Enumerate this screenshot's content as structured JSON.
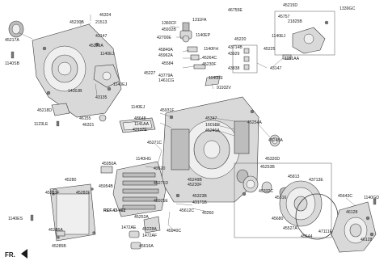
{
  "diagram": {
    "corner_label": "FR.",
    "ref_label": "REF.43-462",
    "part_labels": [
      "45324",
      "45230B",
      "21513",
      "45217A",
      "43147",
      "45272A",
      "1140EJ",
      "1140SB",
      "1430JB",
      "1140EJ",
      "43135",
      "45218D",
      "1123LE",
      "1360CF",
      "1311FA",
      "45932B",
      "1140EP",
      "42700E",
      "1140FH",
      "45840A",
      "45962A",
      "45584",
      "45264C",
      "45230F",
      "1140FE",
      "45227",
      "43779A",
      "1461CG",
      "91932V",
      "45215D",
      "1339GC",
      "45757",
      "21825B",
      "1140EJ",
      "45220",
      "43714B",
      "43929",
      "43838",
      "45225",
      "1151AA",
      "43147",
      "46755E",
      "1140EJ",
      "45931F",
      "48648",
      "1141AA",
      "43137E",
      "46155",
      "46321",
      "45347",
      "1601DF",
      "45241A",
      "45254A",
      "45245A",
      "45271C",
      "45320D",
      "45253B",
      "45813",
      "43713E",
      "45332C",
      "45516",
      "45643C",
      "45680",
      "45527A",
      "45644",
      "47111E",
      "46128",
      "46128",
      "1140GD",
      "45950A",
      "45954B",
      "1140HG",
      "42620",
      "45271D",
      "45249B",
      "45230F",
      "45323B",
      "43171B",
      "45925E",
      "45612C",
      "45260",
      "45280",
      "45283F",
      "45282E",
      "1140ES",
      "45286A",
      "45285B",
      "45252A",
      "1472AE",
      "45228A",
      "1472AF",
      "45616A",
      "45940C"
    ]
  }
}
